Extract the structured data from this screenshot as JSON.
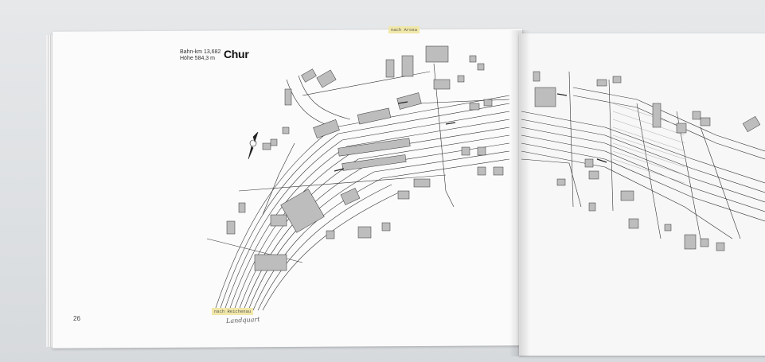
{
  "map": {
    "header": {
      "bahn_km": "Bahn-km  13,682",
      "hoehe": "Höhe  584,3 m"
    },
    "city": "Chur",
    "page_number": "26",
    "tape_top": "nach Arosa",
    "tape_bottom": "nach Reichenau",
    "signature": "Landquart"
  },
  "colors": {
    "paper": "#fbfbfb",
    "ink": "#222222",
    "building_fill": "#bdbdbd",
    "tape": "#f1e7a8"
  }
}
